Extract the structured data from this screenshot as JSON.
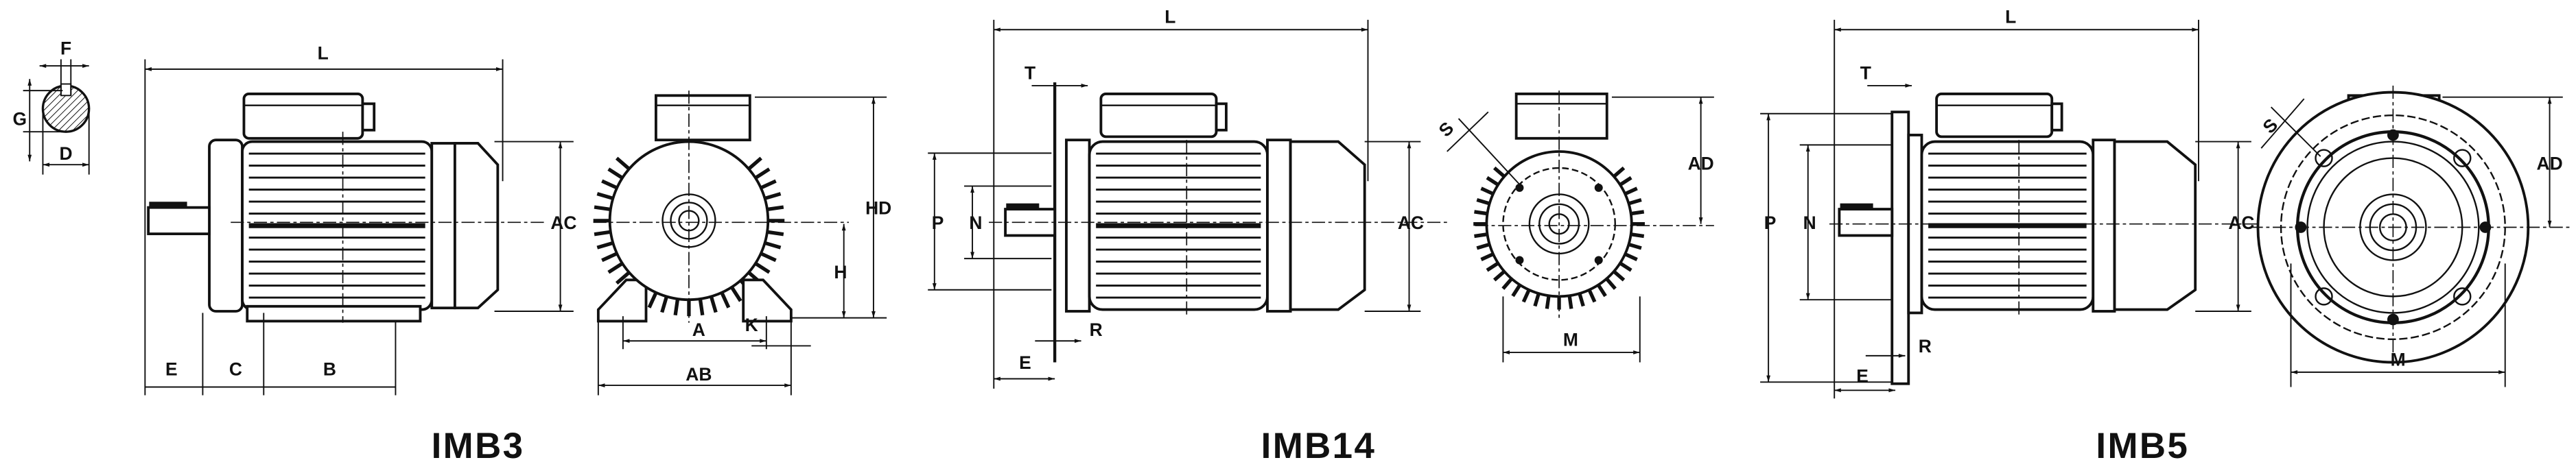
{
  "views": [
    {
      "title": "IMB3",
      "labels": {
        "F": "F",
        "G": "G",
        "D": "D",
        "L": "L",
        "AC": "AC",
        "HD": "HD",
        "H": "H",
        "K": "K",
        "A": "A",
        "AB": "AB",
        "E": "E",
        "C": "C",
        "B": "B"
      }
    },
    {
      "title": "IMB14",
      "labels": {
        "L": "L",
        "T": "T",
        "P": "P",
        "N": "N",
        "AC": "AC",
        "R": "R",
        "E": "E",
        "S": "S",
        "AD": "AD",
        "M": "M"
      }
    },
    {
      "title": "IMB5",
      "labels": {
        "L": "L",
        "T": "T",
        "P": "P",
        "N": "N",
        "AC": "AC",
        "R": "R",
        "E": "E",
        "S": "S",
        "AD": "AD",
        "M": "M"
      }
    }
  ]
}
